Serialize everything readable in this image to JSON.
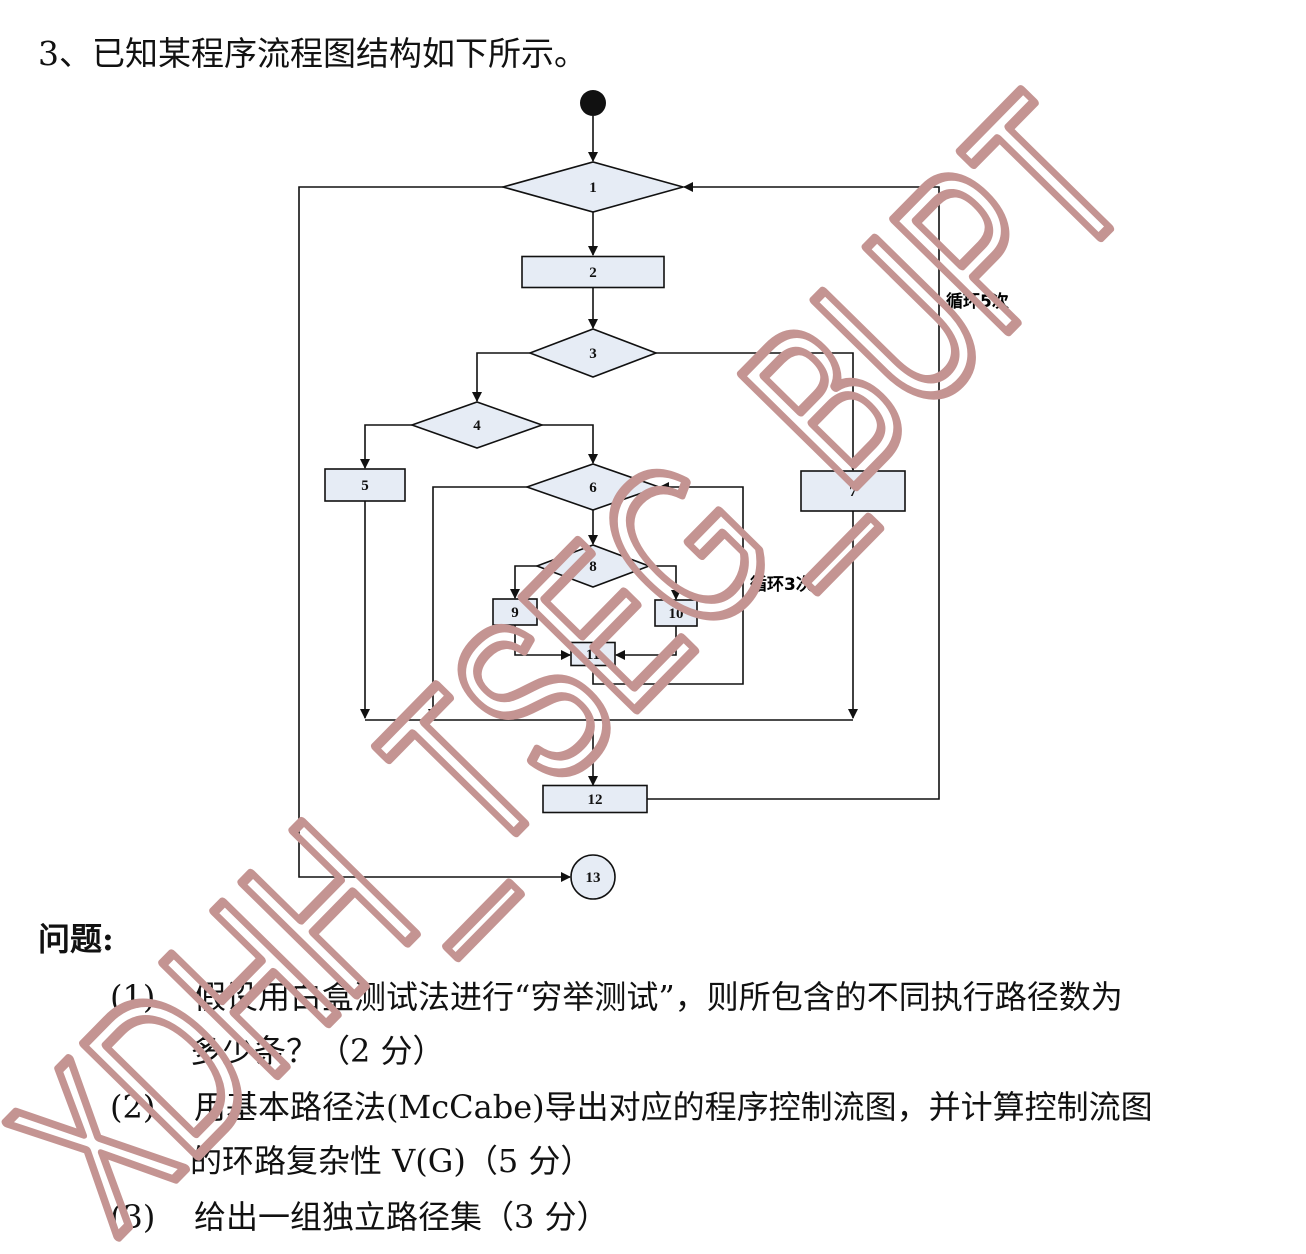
{
  "question": {
    "title": "3、已知某程序流程图结构如下所示。"
  },
  "flowchart": {
    "nodes": [
      {
        "id": "1",
        "shape": "decision"
      },
      {
        "id": "2",
        "shape": "process"
      },
      {
        "id": "3",
        "shape": "decision"
      },
      {
        "id": "4",
        "shape": "decision"
      },
      {
        "id": "5",
        "shape": "process"
      },
      {
        "id": "6",
        "shape": "decision"
      },
      {
        "id": "7",
        "shape": "process"
      },
      {
        "id": "8",
        "shape": "decision"
      },
      {
        "id": "9",
        "shape": "process"
      },
      {
        "id": "10",
        "shape": "process"
      },
      {
        "id": "11",
        "shape": "process"
      },
      {
        "id": "12",
        "shape": "process"
      },
      {
        "id": "13",
        "shape": "terminal"
      }
    ],
    "loop_outer_label": "循环5次",
    "loop_inner_label": "循环3次",
    "node_fill": "#e6ecf5",
    "line_color": "#111111"
  },
  "problems": {
    "heading": "问题:",
    "items": [
      {
        "num": "(1)",
        "line1": "假设用白盒测试法进行“穷举测试”，则所包含的不同执行路径数为",
        "line2": "多少条？（2 分）"
      },
      {
        "num": "(2)",
        "line1": "用基本路径法(McCabe)导出对应的程序控制流图，并计算控制流图",
        "line2": "的环路复杂性 V(G)（5 分）"
      },
      {
        "num": "(3)",
        "line1": "给出一组独立路径集（3 分）",
        "line2": ""
      }
    ]
  },
  "watermark": {
    "text": "XDHH_TSEG_BUPT",
    "color": "#c49492"
  }
}
